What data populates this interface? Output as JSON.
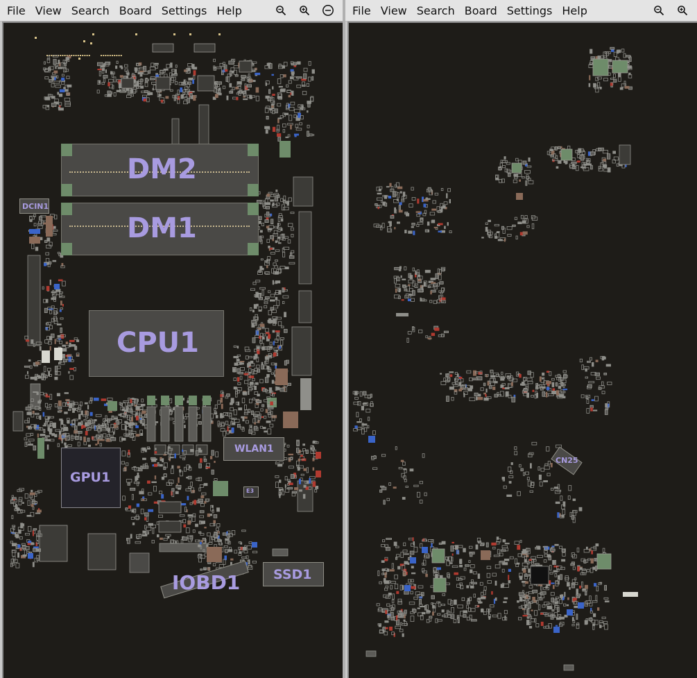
{
  "left_pane": {
    "menu": [
      "File",
      "View",
      "Search",
      "Board",
      "Settings",
      "Help"
    ],
    "tools": [
      "zoom-out-icon",
      "zoom-in-icon",
      "zoom-fit-icon"
    ],
    "components": {
      "dm2": "DM2",
      "dm1": "DM1",
      "cpu1": "CPU1",
      "gpu1": "GPU1",
      "wlan1": "WLAN1",
      "ssd1": "SSD1",
      "dcin1": "DCIN1",
      "iobd1": "IOBD1",
      "e3": "E3"
    }
  },
  "right_pane": {
    "menu": [
      "File",
      "View",
      "Search",
      "Board",
      "Settings",
      "Help"
    ],
    "tools": [
      "zoom-out-icon",
      "zoom-in-icon"
    ],
    "components": {
      "cn25": "CN25"
    }
  },
  "colors": {
    "board_bg": "#1e1c18",
    "label": "#a89be0",
    "pad_green": "#6e8c6a",
    "pad_blue": "#3a64c8",
    "pad_copper": "#8a6a58",
    "pad_grey": "#8f8f8a"
  }
}
